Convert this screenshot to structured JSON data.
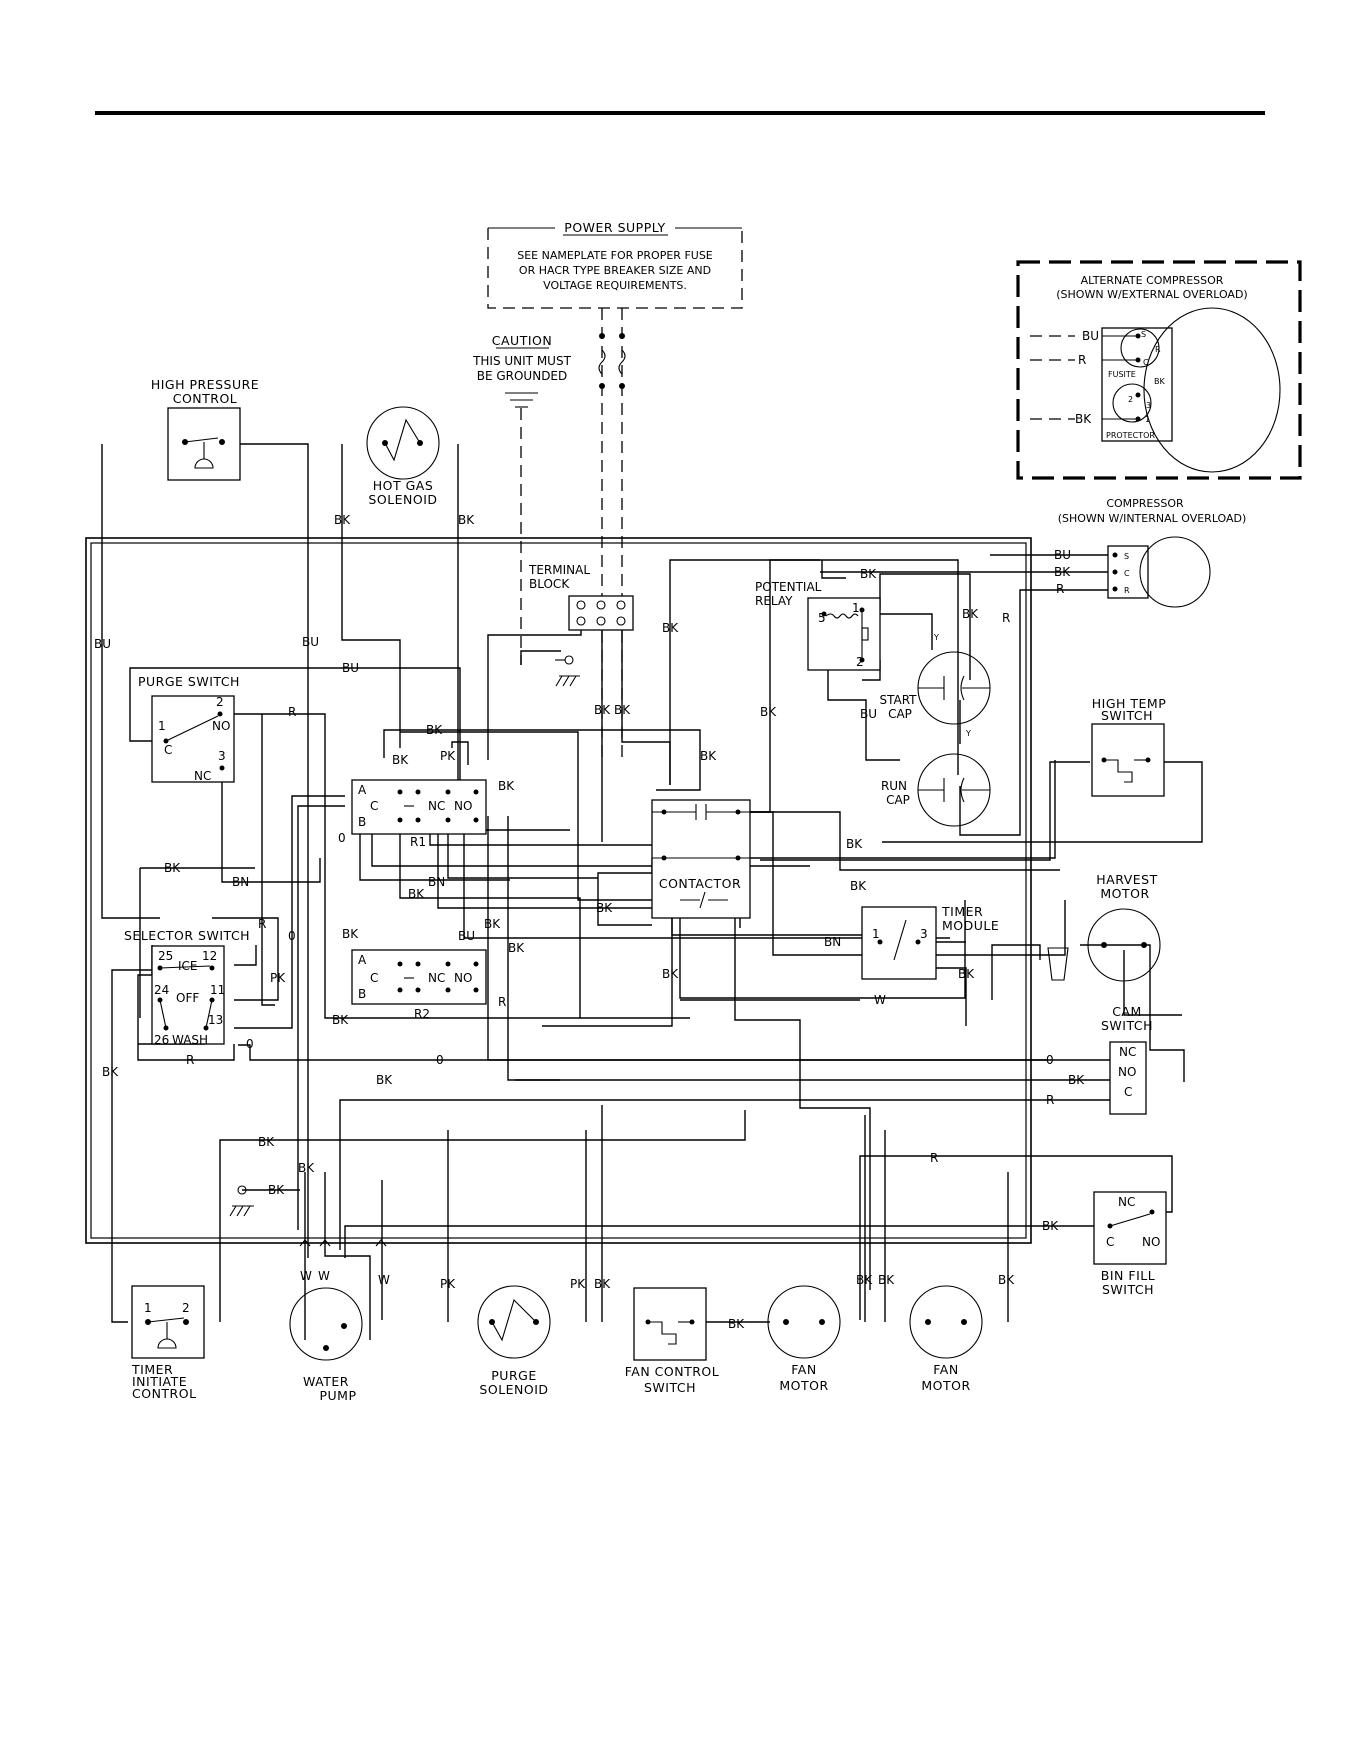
{
  "power_supply": {
    "title": "POWER SUPPLY",
    "lines": [
      "SEE NAMEPLATE FOR PROPER FUSE",
      "OR HACR TYPE BREAKER SIZE AND",
      "VOLTAGE REQUIREMENTS."
    ]
  },
  "caution": {
    "title": "CAUTION",
    "lines": [
      "THIS UNIT MUST",
      "BE GROUNDED"
    ]
  },
  "alt_compressor": {
    "lines": [
      "ALTERNATE COMPRESSOR",
      "(SHOWN W/EXTERNAL OVERLOAD)"
    ],
    "fusite": "FUSITE",
    "protector": "PROTECTOR",
    "wires": [
      "BU",
      "R",
      "BK"
    ],
    "terminals": [
      "S",
      "C",
      "R",
      "2",
      "3",
      "1"
    ],
    "bk_tag": "BK"
  },
  "compressor": {
    "lines": [
      "COMPRESSOR",
      "(SHOWN W/INTERNAL OVERLOAD)"
    ],
    "wires": [
      "BU",
      "BK",
      "R"
    ],
    "terminals": [
      "S",
      "C",
      "R"
    ]
  },
  "components": {
    "high_pressure": [
      "HIGH PRESSURE",
      "CONTROL"
    ],
    "hot_gas": [
      "HOT GAS",
      "SOLENOID"
    ],
    "terminal_block": [
      "TERMINAL",
      "BLOCK"
    ],
    "potential_relay": [
      "POTENTIAL",
      "RELAY"
    ],
    "start_cap": [
      "START",
      "CAP"
    ],
    "run_cap": [
      "RUN",
      "CAP"
    ],
    "high_temp": [
      "HIGH TEMP",
      "SWITCH"
    ],
    "purge_switch": "PURGE SWITCH",
    "contactor": "CONTACTOR",
    "harvest_motor": [
      "HARVEST",
      "MOTOR"
    ],
    "timer_module": [
      "TIMER",
      "MODULE"
    ],
    "selector_switch": "SELECTOR SWITCH",
    "cam_switch": [
      "CAM",
      "SWITCH"
    ],
    "bin_fill": [
      "BIN FILL",
      "SWITCH"
    ],
    "timer_initiate": [
      "TIMER",
      "INITIATE",
      "CONTROL"
    ],
    "water_pump": [
      "WATER",
      "PUMP"
    ],
    "purge_solenoid": [
      "PURGE",
      "SOLENOID"
    ],
    "fan_control": [
      "FAN CONTROL",
      "SWITCH"
    ],
    "fan_motor_1": [
      "FAN",
      "MOTOR"
    ],
    "fan_motor_2": [
      "FAN",
      "MOTOR"
    ]
  },
  "terminals": {
    "purge": {
      "p1": "1",
      "p2": "2",
      "p3": "3",
      "c": "C",
      "no": "NO",
      "nc": "NC"
    },
    "relay_r1": {
      "a": "A",
      "b": "B",
      "c": "C",
      "nc": "NC",
      "no": "NO",
      "name": "R1"
    },
    "relay_r2": {
      "a": "A",
      "b": "B",
      "c": "C",
      "nc": "NC",
      "no": "NO",
      "name": "R2"
    },
    "potential_relay": {
      "t1": "1",
      "t2": "2",
      "t5": "5"
    },
    "selector": {
      "t25": "25",
      "t12": "12",
      "t24": "24",
      "t11": "11",
      "t13": "13",
      "t26": "26",
      "ice": "ICE",
      "off": "OFF",
      "wash": "WASH"
    },
    "timer": {
      "t1": "1",
      "t3": "3"
    },
    "cam": {
      "nc": "NC",
      "no": "NO",
      "c": "C"
    },
    "bin": {
      "nc": "NC",
      "c": "C",
      "no": "NO"
    },
    "timer_initiate": {
      "t1": "1",
      "t2": "2"
    }
  },
  "wire_labels": {
    "bk": "BK",
    "bu": "BU",
    "r": "R",
    "pk": "PK",
    "bn": "BN",
    "o": "0",
    "w": "W",
    "y": "Y"
  },
  "colors": {
    "ink": "#000000",
    "paper": "#ffffff"
  }
}
